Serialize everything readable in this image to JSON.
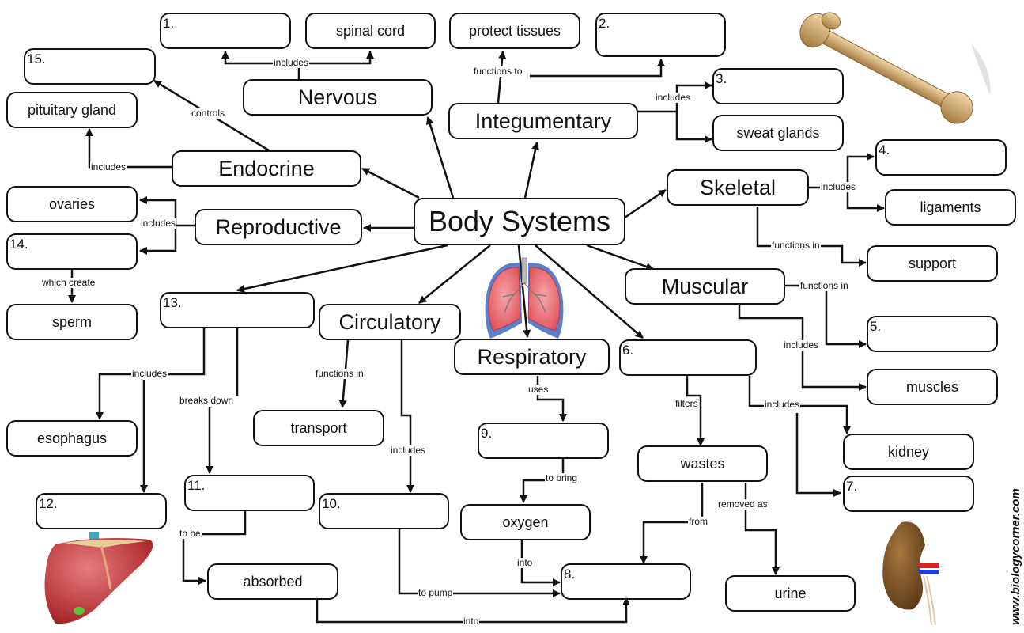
{
  "title": "Body Systems",
  "watermark": "www.biologycorner.com",
  "nodes": {
    "body_systems": "Body Systems",
    "nervous": "Nervous",
    "endocrine": "Endocrine",
    "integumentary": "Integumentary",
    "skeletal": "Skeletal",
    "reproductive": "Reproductive",
    "muscular": "Muscular",
    "circulatory": "Circulatory",
    "respiratory": "Respiratory",
    "n1": "1.",
    "spinal_cord": "spinal cord",
    "protect_tissues": "protect tissues",
    "n2": "2.",
    "n15": "15.",
    "pituitary_gland": "pituitary gland",
    "n3": "3.",
    "sweat_glands": "sweat glands",
    "n4": "4.",
    "ligaments": "ligaments",
    "support": "support",
    "ovaries": "ovaries",
    "n14": "14.",
    "sperm": "sperm",
    "n13": "13.",
    "n5": "5.",
    "muscles": "muscles",
    "n6": "6.",
    "kidney": "kidney",
    "n7": "7.",
    "esophagus": "esophagus",
    "transport": "transport",
    "n9": "9.",
    "wastes": "wastes",
    "n11": "11.",
    "n12": "12.",
    "n10": "10.",
    "oxygen": "oxygen",
    "absorbed": "absorbed",
    "n8": "8.",
    "urine": "urine"
  },
  "links": {
    "nervous_includes": "includes",
    "endocrine_controls": "controls",
    "endocrine_includes": "includes",
    "integ_functions_to": "functions to",
    "integ_includes": "includes",
    "skeletal_includes": "includes",
    "skeletal_functions_in": "functions in",
    "repro_includes": "includes",
    "which_create": "which create",
    "muscular_functions_in": "functions in",
    "muscular_includes": "includes",
    "n13_includes": "includes",
    "breaks_down": "breaks down",
    "circ_functions_in": "functions in",
    "circ_includes": "includes",
    "uses": "uses",
    "filters": "filters",
    "n6_includes": "includes",
    "to_bring": "to bring",
    "from": "from",
    "removed_as": "removed as",
    "to_be": "to be",
    "into_oxygen": "into",
    "to_pump": "to pump",
    "into_absorbed": "into"
  },
  "images": [
    "bone-image",
    "lungs-image",
    "liver-image",
    "kidney-image"
  ]
}
